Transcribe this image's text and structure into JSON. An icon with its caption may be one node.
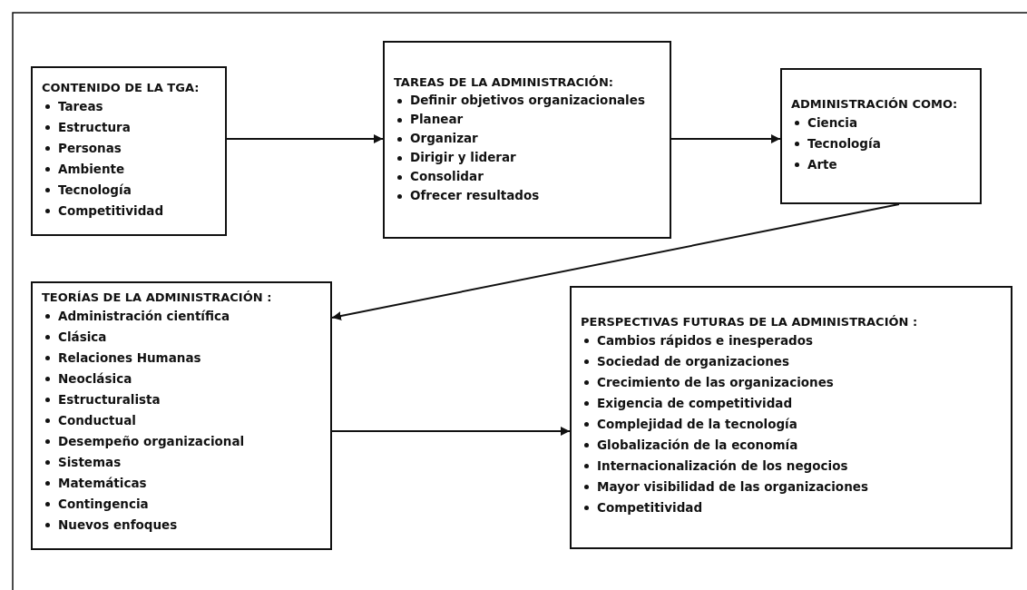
{
  "diagram": {
    "nodes": [
      {
        "text": [
          "CONTENIDO DE LA TGA:",
          "Tareas",
          "Estructura",
          "Personas",
          "Ambiente",
          "Tecnología",
          "Competitividad"
        ]
      },
      {
        "text": [
          "TAREAS DE LA ADMINISTRACIÓN:",
          "Definir objetivos organizacionales",
          "Planear",
          "Organizar",
          "Dirigir y liderar",
          "Consolidar",
          "Ofrecer resultados"
        ]
      },
      {
        "text": [
          "ADMINISTRACIÓN COMO:",
          "Ciencia",
          "Tecnología",
          "Arte"
        ]
      },
      {
        "text": [
          "TEORÍAS DE LA ADMINISTRACIÓN :",
          "Administración científica",
          "Clásica",
          "Relaciones Humanas",
          "Neoclásica",
          "Estructuralista",
          "Conductual",
          "Desempeño organizacional",
          "Sistemas",
          "Matemáticas",
          "Contingencia",
          "Nuevos enfoques"
        ]
      },
      {
        "text": [
          "PERSPECTIVAS FUTURAS DE LA ADMINISTRACIÓN :",
          "Cambios rápidos e inesperados",
          "Sociedad de organizaciones",
          "Crecimiento de las organizaciones",
          "Exigencia de competitividad",
          "Complejidad de la tecnología",
          "Globalización de la economía",
          "Internacionalización de los negocios",
          "Mayor visibilidad de las organizaciones",
          "Competitividad"
        ]
      }
    ],
    "edges": [
      {
        "from": 0,
        "to": 1,
        "arrow": "to"
      },
      {
        "from": 1,
        "to": 2,
        "arrow": "to"
      },
      {
        "from": 2,
        "to": 3,
        "arrow": "to"
      },
      {
        "from": 3,
        "to": 4,
        "arrow": "to"
      }
    ]
  }
}
